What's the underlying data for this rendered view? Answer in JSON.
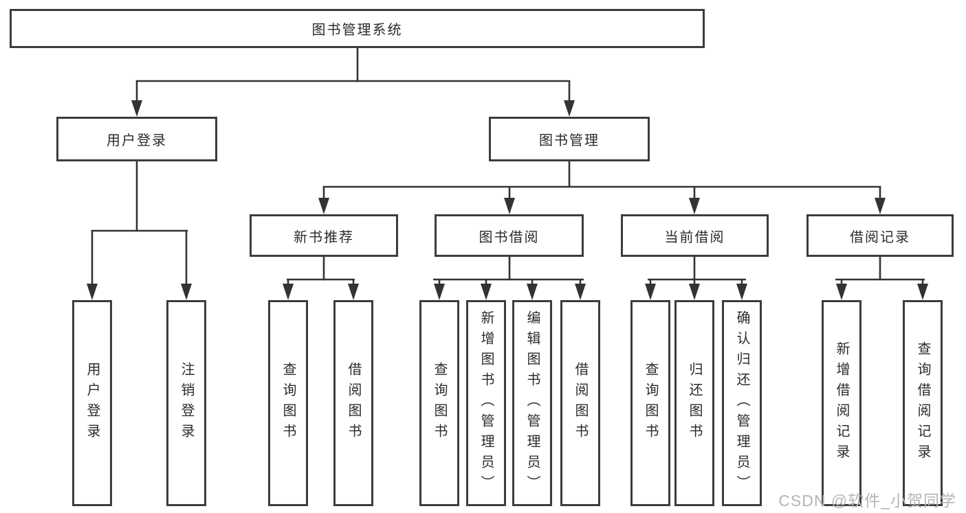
{
  "root": {
    "label": "图书管理系统"
  },
  "branches": [
    {
      "label": "用户登录",
      "leaves": [
        {
          "label": "用户登录"
        },
        {
          "label": "注销登录"
        }
      ]
    },
    {
      "label": "图书管理",
      "children": [
        {
          "label": "新书推荐",
          "leaves": [
            {
              "label": "查询图书"
            },
            {
              "label": "借阅图书"
            }
          ]
        },
        {
          "label": "图书借阅",
          "leaves": [
            {
              "label": "查询图书"
            },
            {
              "label": "新增图书（管理员）"
            },
            {
              "label": "编辑图书（管理员）"
            },
            {
              "label": "借阅图书"
            }
          ]
        },
        {
          "label": "当前借阅",
          "leaves": [
            {
              "label": "查询图书"
            },
            {
              "label": "归还图书"
            },
            {
              "label": "确认归还（管理员）"
            }
          ]
        },
        {
          "label": "借阅记录",
          "leaves": [
            {
              "label": "新增借阅记录"
            },
            {
              "label": "查询借阅记录"
            }
          ]
        }
      ]
    }
  ],
  "watermark": {
    "text": "CSDN @软件_小贺同学"
  },
  "colors": {
    "box_border": "#3c3c3c",
    "connector": "#333333",
    "text": "#2b2b2b",
    "watermark": "#b5b5b5",
    "background": "#ffffff"
  }
}
